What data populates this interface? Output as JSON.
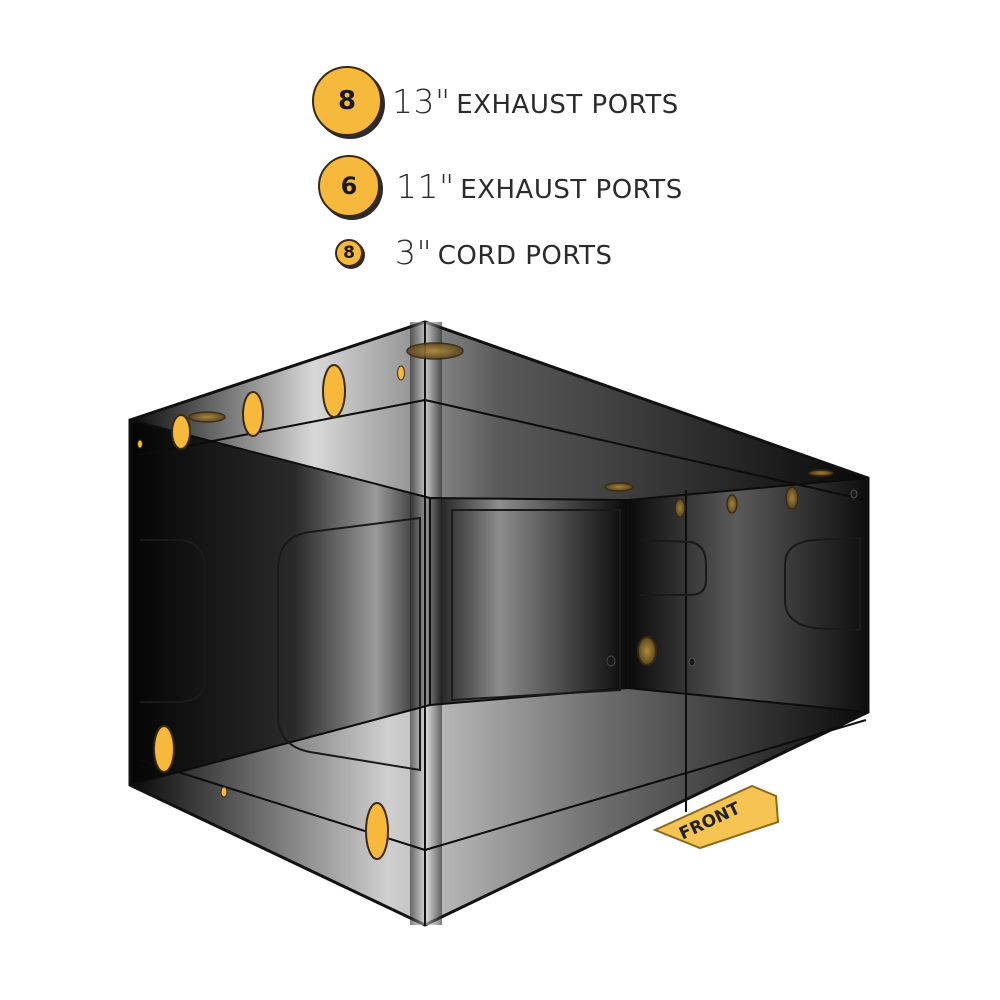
{
  "legend": [
    {
      "count": "8",
      "size": "13\"",
      "label": "EXHAUST PORTS",
      "badge": "large"
    },
    {
      "count": "6",
      "size": "11\"",
      "label": "EXHAUST PORTS",
      "badge": "medium"
    },
    {
      "count": "8",
      "size": "3\"",
      "label": "CORD PORTS",
      "badge": "small"
    }
  ],
  "front_tag": "FRONT",
  "colors": {
    "port_fill": "#f6b93b",
    "port_outline": "#3a2a10",
    "tent_dark": "#111111",
    "tent_highlight": "#e6e6e6",
    "front_tag": "#f6c453"
  }
}
